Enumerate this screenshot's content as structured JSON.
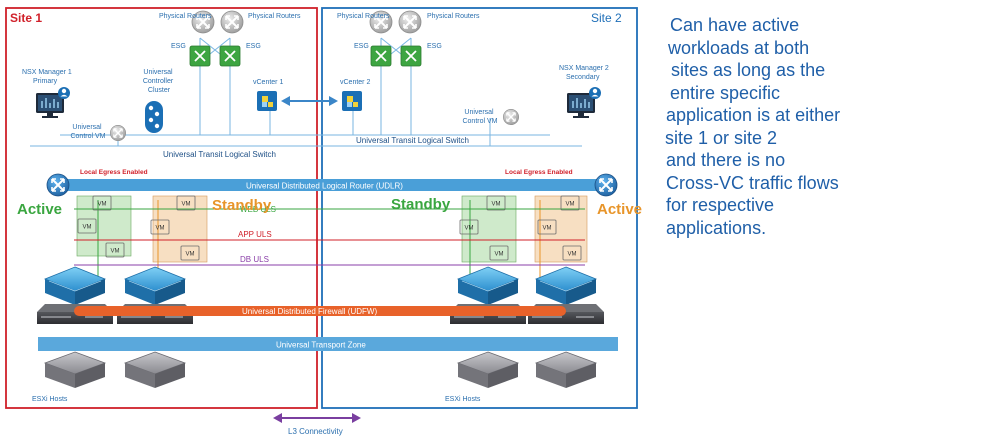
{
  "site1": {
    "label": "Site 1"
  },
  "site2": {
    "label": "Site 2"
  },
  "physical_routers_label": "Physical Routers",
  "esg_label": "ESG",
  "vcenter1": "vCenter 1",
  "vcenter2": "vCenter 2",
  "nsx_primary": {
    "line1": "NSX Manager 1",
    "line2": "Primary"
  },
  "nsx_secondary": {
    "line1": "NSX Manager 2",
    "line2": "Secondary"
  },
  "controller_cluster": {
    "line1": "Universal",
    "line2": "Controller",
    "line3": "Cluster"
  },
  "control_vm": {
    "line1": "Universal",
    "line2": "Control VM"
  },
  "transit_switch": "Universal Transit Logical Switch",
  "local_egress": "Local Egress Enabled",
  "udlr": "Universal Distributed Logical Router (UDLR)",
  "web_uls": "WEB ULS",
  "app_uls": "APP ULS",
  "db_uls": "DB ULS",
  "udfw": "Universal Distributed Firewall (UDFW)",
  "transport_zone": "Universal Transport Zone",
  "esxi_hosts": "ESXi Hosts",
  "l3": "L3 Connectivity",
  "active": "Active",
  "standby": "Standby",
  "vm": "VM",
  "note_lines": [
    "Can have active",
    "workloads at both",
    "sites as long as the",
    "entire specific",
    "application is at either",
    "site 1 or site 2",
    "and there is no",
    "Cross-VC traffic flows",
    "for respective",
    "applications."
  ],
  "colors": {
    "site1_border": "#d0202a",
    "site2_border": "#1f6fb8",
    "udlr_bar": "#4a9fd8",
    "transport_bar": "#5aa8dc",
    "firewall_bar": "#e8622a",
    "active_green": "#3aa640",
    "standby_orange": "#e8952a",
    "note_text": "#1f5fa8"
  }
}
